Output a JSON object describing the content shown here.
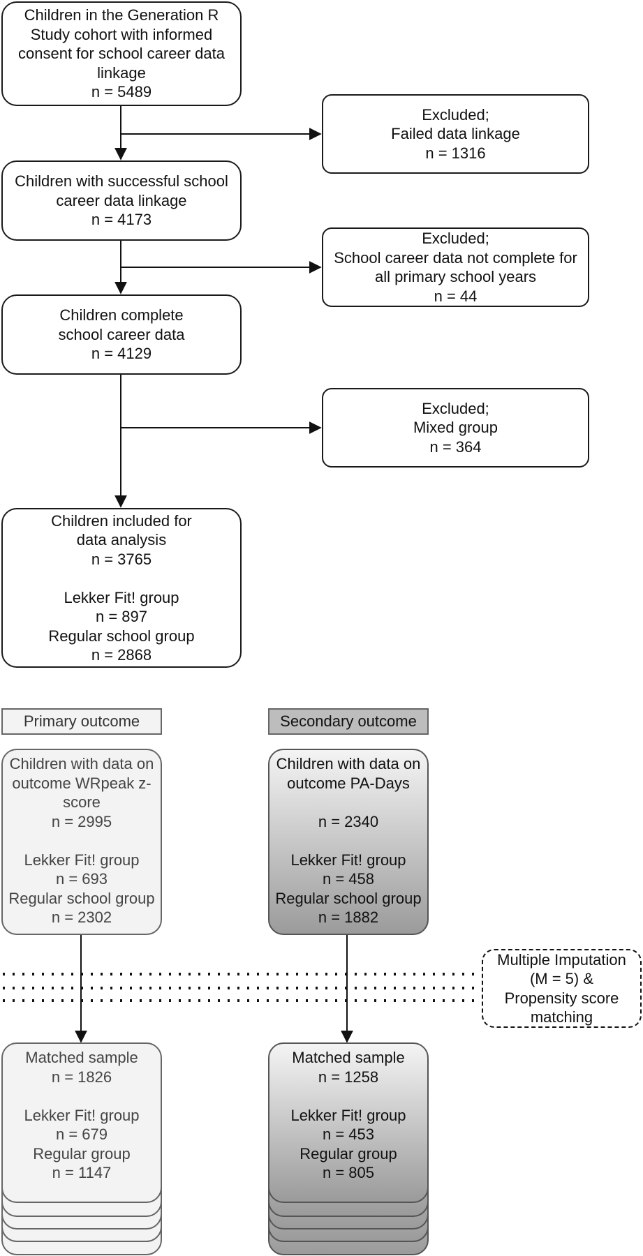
{
  "flow": {
    "initial_cohort": "Children in the Generation R\nStudy cohort with informed\nconsent for school career data\nlinkage\nn = 5489",
    "excluded_linkage": "Excluded;\nFailed data linkage\nn = 1316",
    "successful_linkage": "Children with successful school\ncareer data linkage\nn = 4173",
    "excluded_incomplete": "Excluded;\nSchool career data not complete for\nall primary school years\nn = 44",
    "complete_data": "Children complete\nschool career data\nn = 4129",
    "excluded_mixed": "Excluded;\nMixed group\nn = 364",
    "included": "Children included for\ndata analysis\nn = 3765\n\nLekker Fit! group\nn = 897\nRegular school group\nn = 2868"
  },
  "primary": {
    "label": "Primary outcome",
    "outcome_box": "Children with data on\noutcome WRpeak z-\nscore\nn = 2995\n\nLekker Fit! group\nn = 693\nRegular school group\nn = 2302",
    "matched_box": "Matched sample\nn = 1826\n\nLekker Fit! group\nn = 679\nRegular group\nn = 1147"
  },
  "secondary": {
    "label": "Secondary outcome",
    "outcome_box": "Children with data on\noutcome PA-Days\n\nn = 2340\n\nLekker Fit! group\nn = 458\nRegular school group\nn = 1882",
    "matched_box": "Matched sample\nn = 1258\n\nLekker Fit! group\nn = 453\nRegular group\nn = 805"
  },
  "imputation": {
    "text": "Multiple Imputation\n(M = 5) &\nPropensity score\nmatching"
  },
  "colors": {
    "line": "#111111",
    "primary_fill": "#f3f3f3",
    "secondary_gradient_top": "#f4f4f4",
    "secondary_gradient_bottom": "#9b9b9b"
  }
}
